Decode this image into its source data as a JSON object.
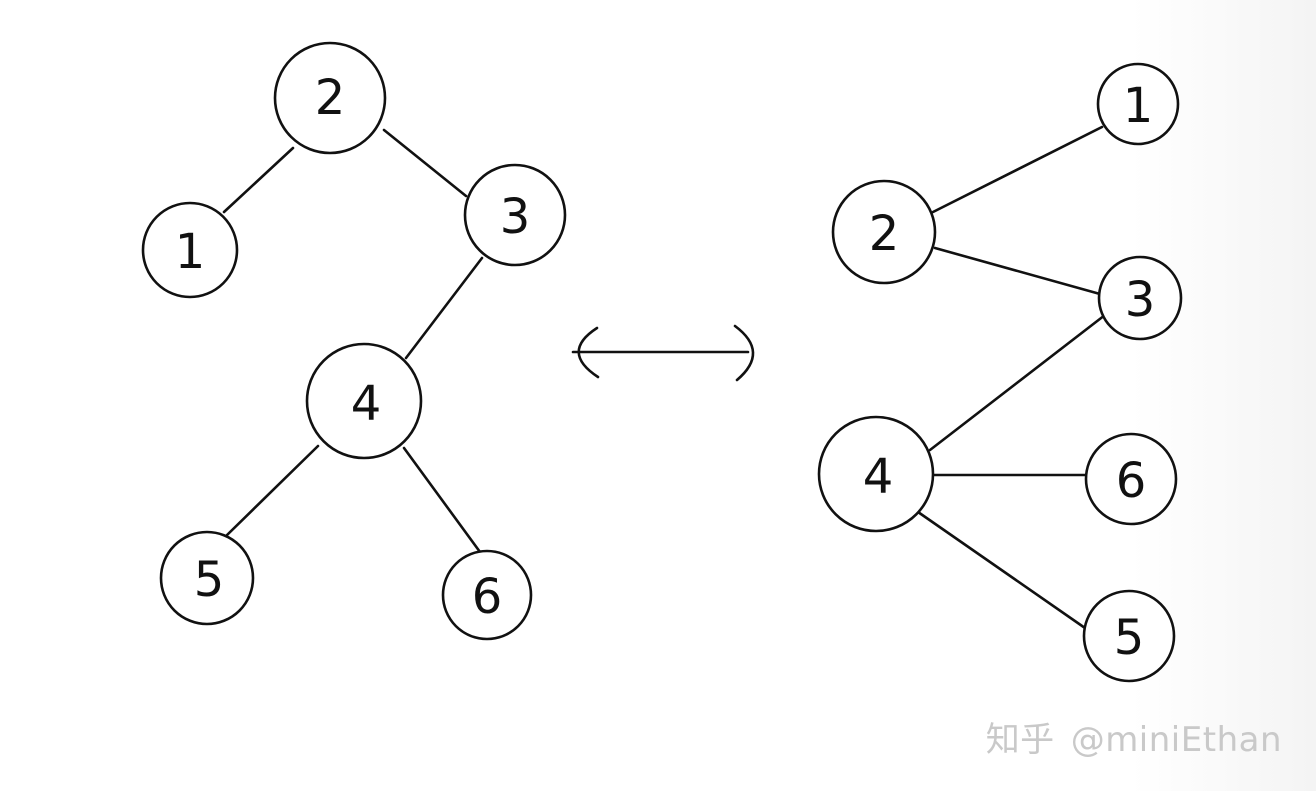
{
  "left_tree": {
    "nodes": [
      {
        "id": "n2",
        "label": "2"
      },
      {
        "id": "n1",
        "label": "1"
      },
      {
        "id": "n3",
        "label": "3"
      },
      {
        "id": "n4",
        "label": "4"
      },
      {
        "id": "n5",
        "label": "5"
      },
      {
        "id": "n6",
        "label": "6"
      }
    ],
    "edges": [
      [
        "n2",
        "n1"
      ],
      [
        "n2",
        "n3"
      ],
      [
        "n3",
        "n4"
      ],
      [
        "n4",
        "n5"
      ],
      [
        "n4",
        "n6"
      ]
    ]
  },
  "right_tree": {
    "nodes": [
      {
        "id": "m1",
        "label": "1"
      },
      {
        "id": "m2",
        "label": "2"
      },
      {
        "id": "m3",
        "label": "3"
      },
      {
        "id": "m4",
        "label": "4"
      },
      {
        "id": "m6",
        "label": "6"
      },
      {
        "id": "m5",
        "label": "5"
      }
    ],
    "edges": [
      [
        "m2",
        "m1"
      ],
      [
        "m2",
        "m3"
      ],
      [
        "m3",
        "m4"
      ],
      [
        "m4",
        "m6"
      ],
      [
        "m4",
        "m5"
      ]
    ]
  },
  "connector": {
    "icon": "double-headed-arrow-icon"
  },
  "watermark": {
    "brand": "知乎",
    "author": "@miniEthan"
  },
  "colors": {
    "stroke": "#111111",
    "background": "#ffffff",
    "watermark": "#c9c9c9"
  }
}
